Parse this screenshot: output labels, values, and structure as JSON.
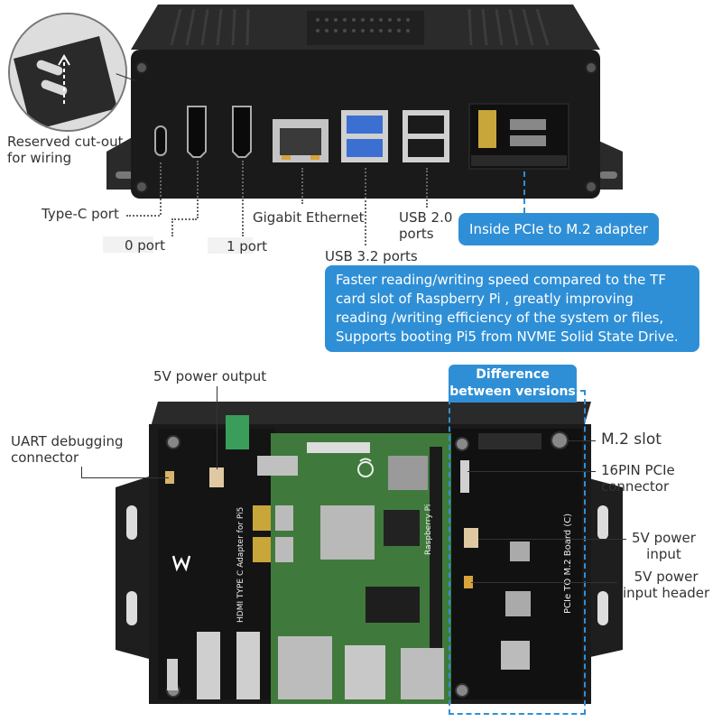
{
  "top_labels": {
    "reserved": "Reserved cut-out\nfor wiring",
    "type_c": "Type-C port",
    "hdmi0": "        0 port",
    "hdmi1": "       1 port",
    "gigabit": "Gigabit Ethernet",
    "usb32": "USB 3.2 ports",
    "usb20": "USB 2.0\nports"
  },
  "pcie_box_title": "Inside PCIe to M.2 adapter",
  "pcie_box_desc": "Faster reading/writing speed compared to the TF card slot of Raspberry Pi , greatly improving reading /writing efficiency of the system or files, Supports booting Pi5 from NVME Solid State Drive.",
  "difference_tab": "Difference\nbetween versions",
  "bottom_labels": {
    "power_out": "5V power output",
    "uart": "UART debugging\nconnector",
    "m2slot": "M.2 slot",
    "pcie16": "16PIN PCIe\nconnector",
    "pwr_in": "5V power\ninput",
    "pwr_header": "5V power\ninput header"
  },
  "board_text": {
    "hdmi_adapter": "HDMI TYPE C Adapter for Pi5",
    "pcie_board": "PCIe TO M.2 Board (C)",
    "pi_name": "Raspberry Pi"
  },
  "colors": {
    "case": "#1a1a1a",
    "pcb_black": "#141414",
    "pcb_green": "#3f7a3c",
    "accent_blue": "#2f8fd6",
    "usb3_blue": "#3b6fd1"
  },
  "icons": [
    "magnifier-callout-icon",
    "waveshare-logo-icon",
    "raspberry-logo-icon"
  ]
}
